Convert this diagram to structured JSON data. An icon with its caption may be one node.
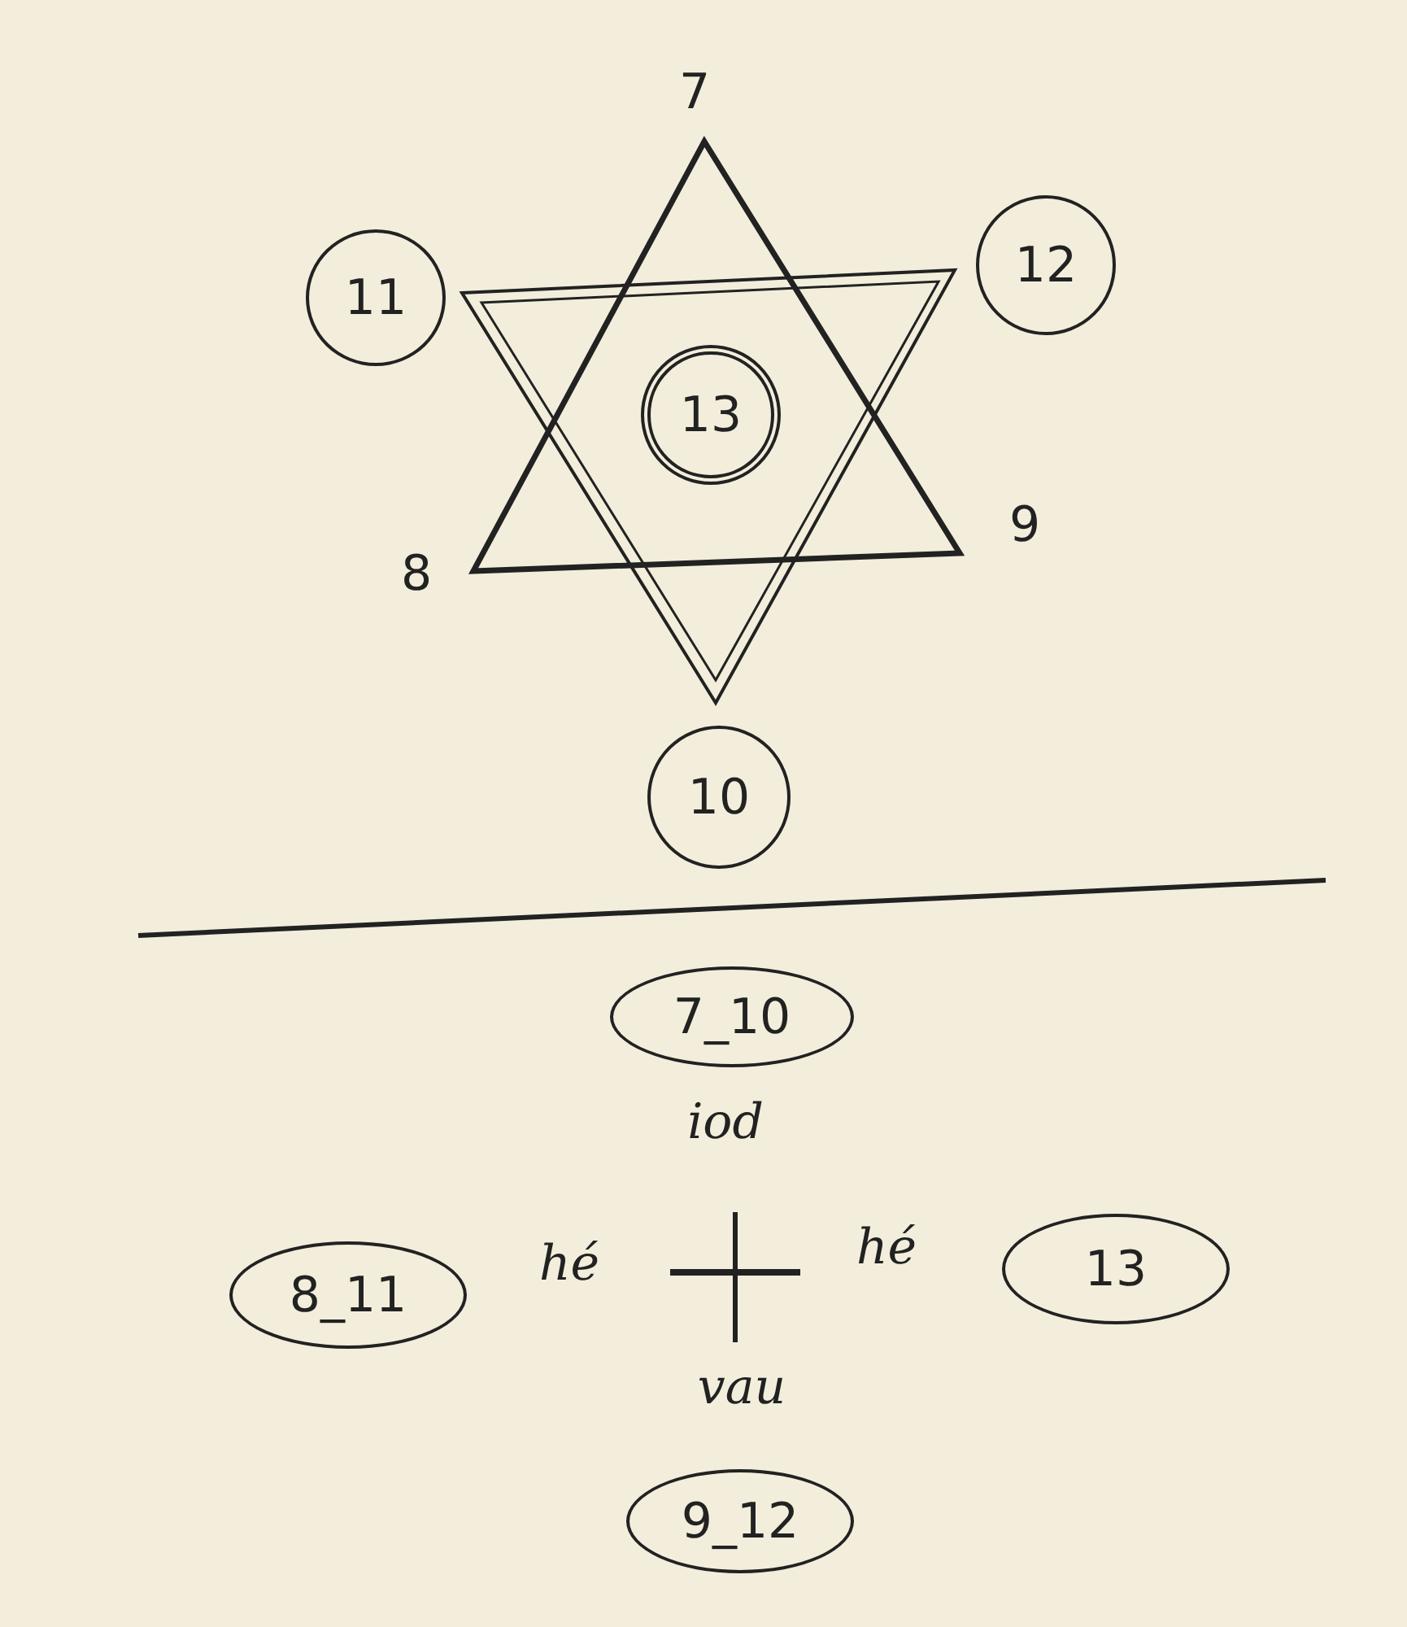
{
  "diagram": {
    "nodes": [
      {
        "text": [
          "11"
        ]
      },
      {
        "text": [
          "12"
        ]
      },
      {
        "text": [
          "13"
        ]
      },
      {
        "text": [
          "10"
        ]
      },
      {
        "text": [
          "7_10"
        ]
      },
      {
        "text": [
          "8_11"
        ]
      },
      {
        "text": [
          "13"
        ]
      },
      {
        "text": [
          "9_12"
        ]
      }
    ],
    "edges": [],
    "labels": [
      "7",
      "8",
      "9",
      "iod",
      "hé",
      "hé",
      "vau"
    ]
  }
}
